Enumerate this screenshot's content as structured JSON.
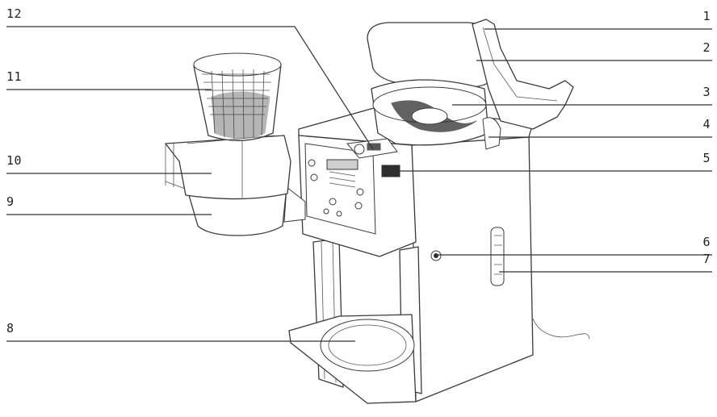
{
  "callouts": {
    "left": [
      {
        "id": "12",
        "label": "12"
      },
      {
        "id": "11",
        "label": "11"
      },
      {
        "id": "10",
        "label": "10"
      },
      {
        "id": "9",
        "label": "9"
      },
      {
        "id": "8",
        "label": "8"
      }
    ],
    "right": [
      {
        "id": "1",
        "label": "1"
      },
      {
        "id": "2",
        "label": "2"
      },
      {
        "id": "3",
        "label": "3"
      },
      {
        "id": "4",
        "label": "4"
      },
      {
        "id": "5",
        "label": "5"
      },
      {
        "id": "6",
        "label": "6"
      },
      {
        "id": "7",
        "label": "7"
      }
    ]
  }
}
